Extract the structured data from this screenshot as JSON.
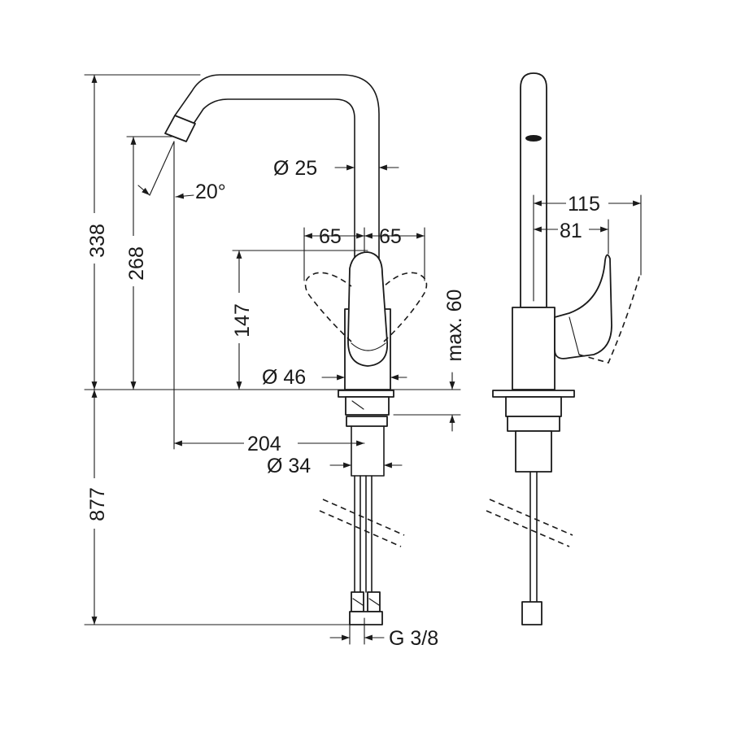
{
  "dimensions": {
    "total_height": "338",
    "spout_outlet_height": "268",
    "lever_height": "147",
    "spout_angle": "20°",
    "spout_diameter": "Ø 25",
    "lever_swing_left": "65",
    "lever_swing_right": "65",
    "body_diameter": "Ø 46",
    "max_countertop": "max. 60",
    "spout_reach": "204",
    "shank_diameter": "Ø 34",
    "hose_length": "877",
    "connection_thread": "G 3/8",
    "side_depth_open": "115",
    "side_depth": "81"
  }
}
